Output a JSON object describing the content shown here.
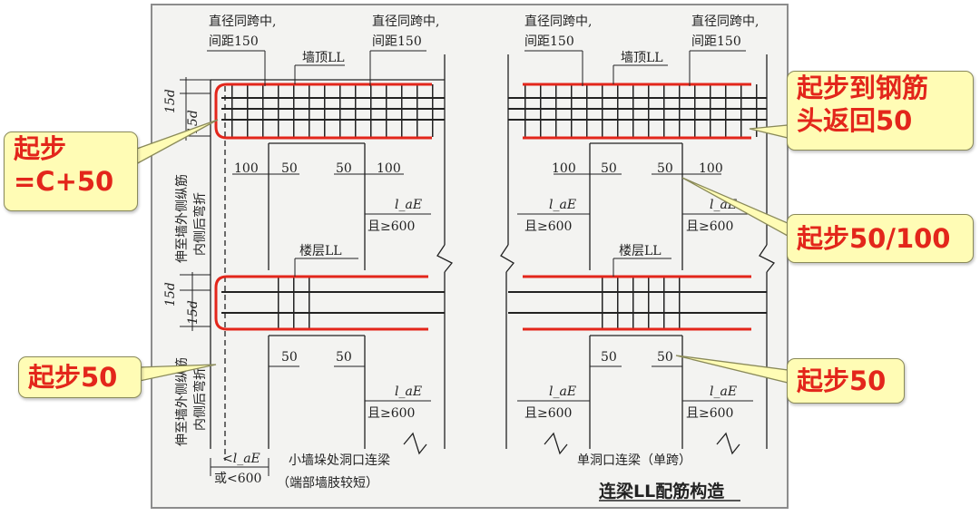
{
  "left_diagram": {
    "top_note_left": [
      "直径同跨中,",
      "间距150"
    ],
    "top_note_right": [
      "直径同跨中,",
      "间距150"
    ],
    "beam_label_top": "墙顶LL",
    "beam_label_floor": "楼层LL",
    "dim_15d": "15d",
    "dim_100": "100",
    "dim_50": "50",
    "dim_lae": "l_aE",
    "dim_ge600": "且≥600",
    "side_note_top": "伸至墙外侧纵筋",
    "side_note_top2": "内侧后弯折",
    "side_note_bottom": "伸至墙外侧纵筋",
    "side_note_bottom2": "内侧后弯折",
    "bottom_dim_lt": "<l_aE",
    "bottom_dim_or": "或<600",
    "caption": "小墙垛处洞口连梁",
    "caption_sub": "（端部墙肢较短）"
  },
  "right_diagram": {
    "top_note_left": [
      "直径同跨中,",
      "间距150"
    ],
    "top_note_right": [
      "直径同跨中,",
      "间距150"
    ],
    "beam_label_top": "墙顶LL",
    "beam_label_floor": "楼层LL",
    "dim_100": "100",
    "dim_50": "50",
    "dim_lae": "l_aE",
    "dim_ge600": "且≥600",
    "caption": "单洞口连梁（单跨）"
  },
  "figure_title": "连梁LL配筋构造",
  "callouts": {
    "start_c50": [
      "起步",
      "=C+50"
    ],
    "start_50_left": "起步50",
    "start_return": [
      "起步到钢筋",
      "头返回50"
    ],
    "start_50_100": "起步50/100",
    "start_50_right": "起步50"
  },
  "colors": {
    "rebar_highlight": "#e3261b",
    "callout_fill": "#fffcb5",
    "callout_text": "#e3261b",
    "line": "#222222"
  }
}
